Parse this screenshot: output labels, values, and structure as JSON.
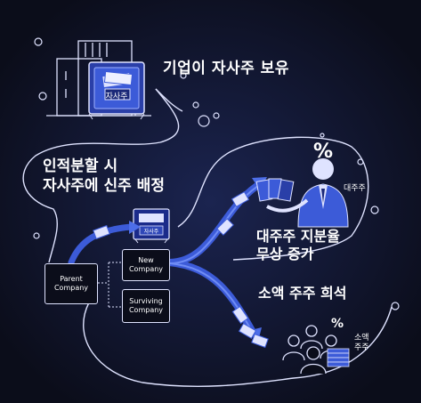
{
  "colors": {
    "background": "#0b0d1a",
    "line": "#dfe3ff",
    "accent": "#3c5bd8",
    "accent_light": "#6f8cf5"
  },
  "headings": {
    "retain": "기업이 자사주 보유",
    "split_line1": "인적분할 시",
    "split_line2": "자사주에 신주 배정",
    "major_line1": "대주주 지분율",
    "major_line2": "무상 증가",
    "minor": "소액 주주 희석"
  },
  "labels": {
    "safe_large": "자사주",
    "safe_small": "자사주",
    "percent_major": "%",
    "major_shareholder": "대주주",
    "percent_minor": "%",
    "minor_line1": "소액",
    "minor_line2": "주주"
  },
  "boxes": {
    "parent_line1": "Parent",
    "parent_line2": "Company",
    "new_line1": "New",
    "new_line2": "Company",
    "surviving_line1": "Surviving",
    "surviving_line2": "Company"
  },
  "icons": [
    "building-icon",
    "safe-icon",
    "businessman-icon",
    "people-group-icon",
    "percent-icon",
    "money-stack-icon",
    "share-certificate-icon"
  ]
}
